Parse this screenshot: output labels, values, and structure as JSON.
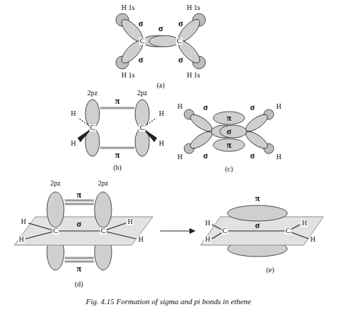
{
  "diagram": {
    "caption": "Fig. 4.15 Formation of sigma and pi bonds in ethene",
    "labels": [
      "H 1s",
      "H 1s",
      "σ",
      "σ",
      "σ",
      "C",
      "C",
      "σ",
      "σ",
      "H 1s",
      "H 1s",
      "(a)",
      "2pz",
      "2pz",
      "π",
      "H",
      "H",
      "C",
      "C",
      "H",
      "H",
      "π",
      "(b)",
      "H",
      "H",
      "σ",
      "σ",
      "π",
      "σ",
      "π",
      "σ",
      "σ",
      "H",
      "H",
      "(c)",
      "2pz",
      "2pz",
      "π",
      "H",
      "C",
      "σ",
      "C",
      "H",
      "H",
      "H",
      "π",
      "(d)",
      "π",
      "H",
      "C",
      "σ",
      "C",
      "H",
      "H",
      "H",
      "(e)"
    ]
  }
}
